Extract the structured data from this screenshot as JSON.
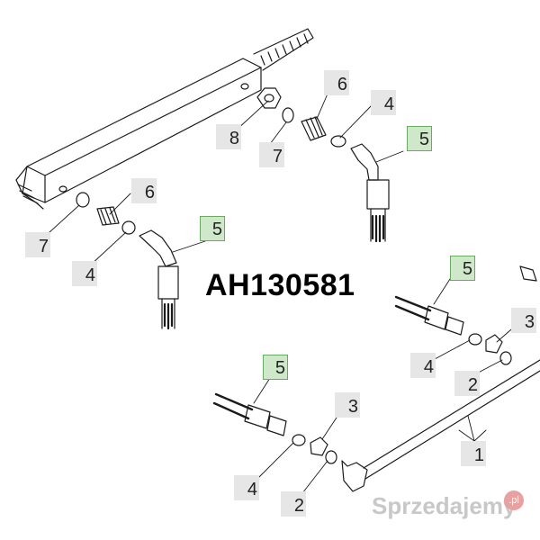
{
  "diagram": {
    "part_number": "AH130581",
    "watermark": "Sprzedajemy",
    "watermark_badge": ".pl",
    "callouts": [
      {
        "id": "c1",
        "label": "6",
        "highlight": false
      },
      {
        "id": "c2",
        "label": "4",
        "highlight": false
      },
      {
        "id": "c3",
        "label": "8",
        "highlight": false
      },
      {
        "id": "c4",
        "label": "7",
        "highlight": false
      },
      {
        "id": "c5",
        "label": "5",
        "highlight": true
      },
      {
        "id": "c6",
        "label": "6",
        "highlight": false
      },
      {
        "id": "c7",
        "label": "7",
        "highlight": false
      },
      {
        "id": "c8",
        "label": "5",
        "highlight": true
      },
      {
        "id": "c9",
        "label": "4",
        "highlight": false
      },
      {
        "id": "c10",
        "label": "5",
        "highlight": true
      },
      {
        "id": "c11",
        "label": "3",
        "highlight": false
      },
      {
        "id": "c12",
        "label": "4",
        "highlight": false
      },
      {
        "id": "c13",
        "label": "2",
        "highlight": false
      },
      {
        "id": "c14",
        "label": "5",
        "highlight": true
      },
      {
        "id": "c15",
        "label": "3",
        "highlight": false
      },
      {
        "id": "c16",
        "label": "1",
        "highlight": false
      },
      {
        "id": "c17",
        "label": "4",
        "highlight": false
      },
      {
        "id": "c18",
        "label": "2",
        "highlight": false
      }
    ],
    "colors": {
      "line": "#1a1a1a",
      "label_bg": "#e6e6e6",
      "highlight_bg": "#cfe8c9",
      "highlight_border": "#6aaa62"
    }
  }
}
